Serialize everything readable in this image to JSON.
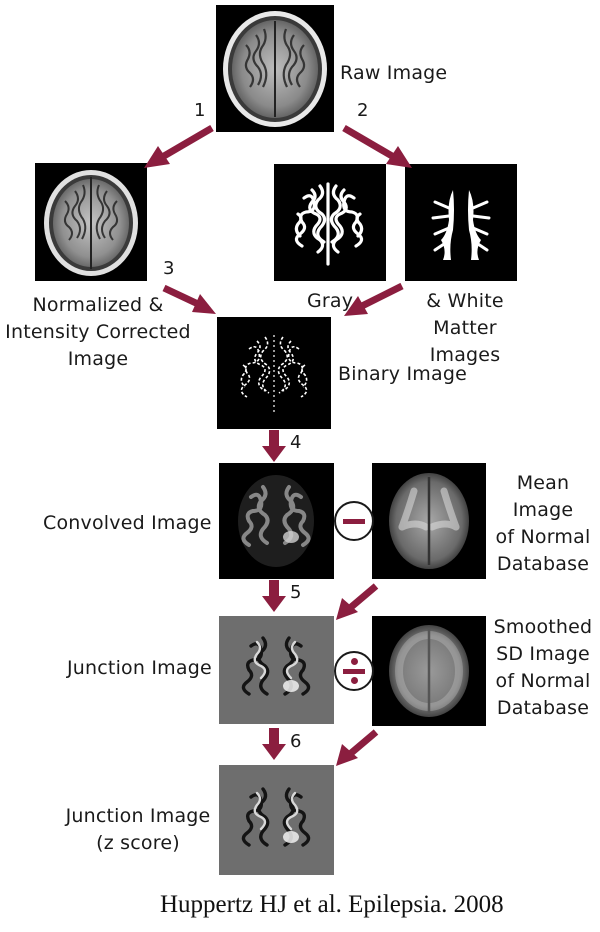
{
  "colors": {
    "arrow": "#8b1e3f",
    "panel_black": "#000000",
    "panel_gray": "#6e6e6e"
  },
  "labels": {
    "raw": "Raw Image",
    "normalized": [
      "Normalized &",
      "Intensity Corrected",
      "Image"
    ],
    "gray": "Gray",
    "white": [
      "& White",
      "Matter Images"
    ],
    "binary": "Binary Image",
    "convolved": "Convolved Image",
    "mean": [
      "Mean",
      "Image",
      "of Normal",
      "Database"
    ],
    "junction": "Junction Image",
    "sd": [
      "Smoothed",
      "SD Image",
      "of Normal",
      "Database"
    ],
    "zscore": [
      "Junction Image",
      "(z score)"
    ]
  },
  "steps": [
    "1",
    "2",
    "3",
    "4",
    "5",
    "6"
  ],
  "operators": {
    "subtract": "minus-icon",
    "divide": "divide-icon"
  },
  "citation": "Huppertz HJ et al. Epilepsia. 2008"
}
